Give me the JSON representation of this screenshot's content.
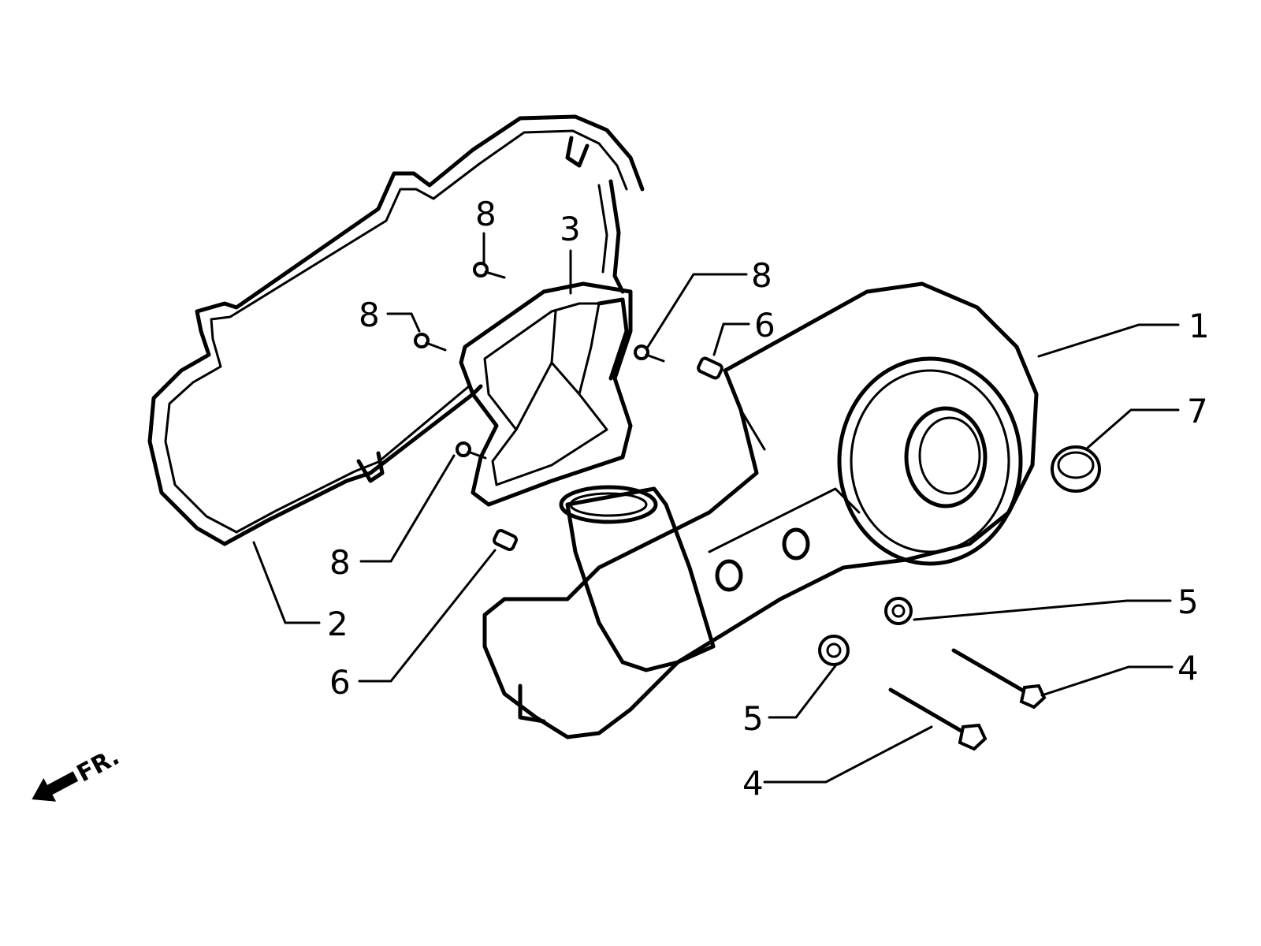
{
  "diagram": {
    "front_marker": "FR.",
    "callouts": [
      {
        "id": "1",
        "text": "1"
      },
      {
        "id": "2",
        "text": "2"
      },
      {
        "id": "3",
        "text": "3"
      },
      {
        "id": "4a",
        "text": "4"
      },
      {
        "id": "4b",
        "text": "4"
      },
      {
        "id": "5a",
        "text": "5"
      },
      {
        "id": "5b",
        "text": "5"
      },
      {
        "id": "6a",
        "text": "6"
      },
      {
        "id": "6b",
        "text": "6"
      },
      {
        "id": "7",
        "text": "7"
      },
      {
        "id": "8a",
        "text": "8"
      },
      {
        "id": "8b",
        "text": "8"
      },
      {
        "id": "8c",
        "text": "8"
      },
      {
        "id": "8d",
        "text": "8"
      }
    ],
    "colors": {
      "ink": "#000000",
      "paper": "#ffffff"
    }
  }
}
